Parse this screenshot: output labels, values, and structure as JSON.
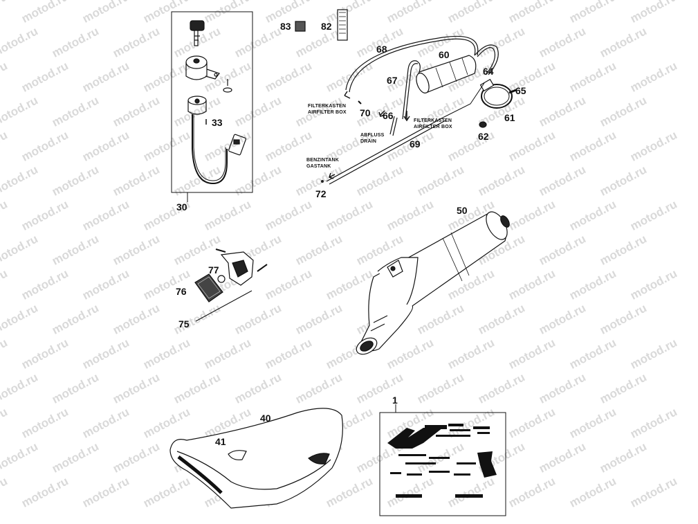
{
  "watermark": "motod.ru",
  "callouts": {
    "c1": "1",
    "c30": "30",
    "c33": "33",
    "c40": "40",
    "c41": "41",
    "c50": "50",
    "c60": "60",
    "c61": "61",
    "c62": "62",
    "c64": "64",
    "c65": "65",
    "c66": "66",
    "c67": "67",
    "c68": "68",
    "c69": "69",
    "c70": "70",
    "c72": "72",
    "c75": "75",
    "c76": "76",
    "c77": "77",
    "c82": "82",
    "c83": "83"
  },
  "notes": {
    "filterkasten_de": "FILTERKASTEN",
    "filterkasten_en": "AIRFILTER BOX",
    "abfluss_de": "ABFLUSS",
    "abfluss_en": "DRAIN",
    "benzintank_de": "BENZINTANK",
    "benzintank_en": "GASTANK"
  }
}
